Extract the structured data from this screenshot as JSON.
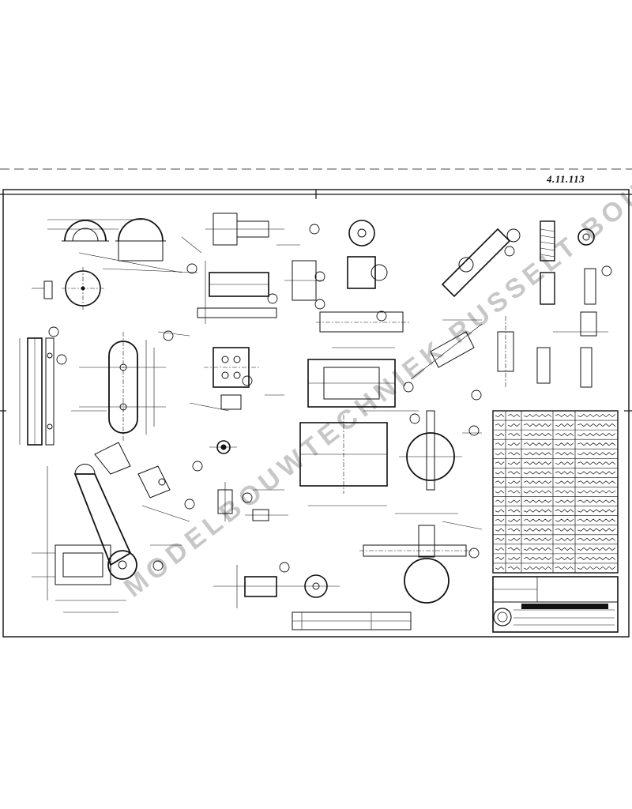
{
  "document": {
    "type": "technical drawing",
    "sheet_number": "4.11.113",
    "watermark": "MODELBOUWTECHNIEK RUSSELT BOUWSOOT"
  },
  "title_block": {
    "rows": 2
  },
  "parts_list": {
    "rows": 17
  },
  "colors": {
    "ink": "#111111",
    "paper": "#ffffff",
    "watermark": "#9a9a9a"
  }
}
